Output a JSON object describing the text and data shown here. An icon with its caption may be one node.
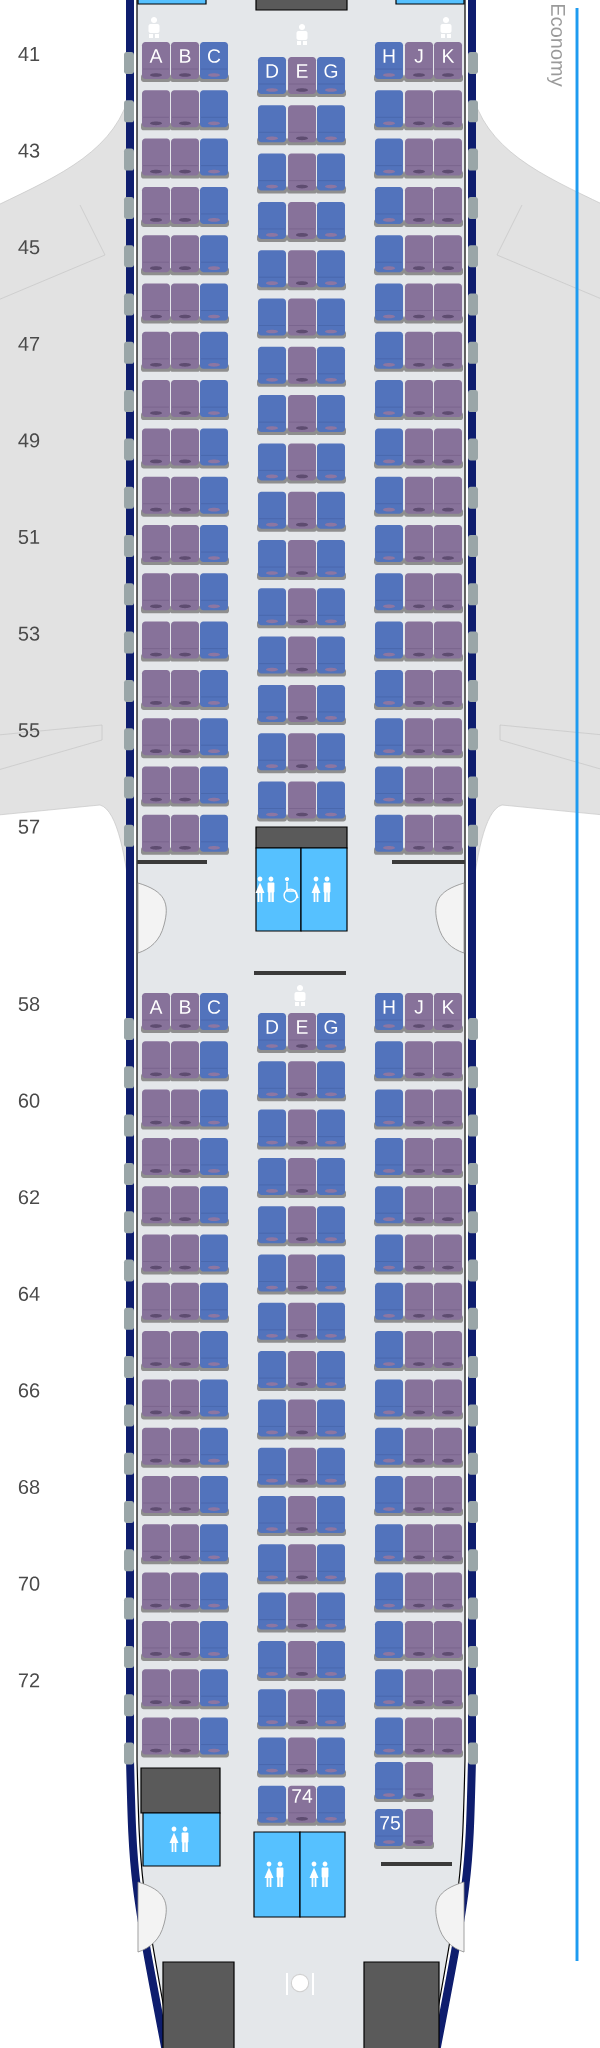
{
  "diagram": {
    "labels": [
      "Economy",
      "41",
      "43",
      "45",
      "47",
      "49",
      "51",
      "53",
      "55",
      "57",
      "A",
      "B",
      "C",
      "D",
      "E",
      "G",
      "H",
      "J",
      "K",
      "58",
      "60",
      "62",
      "64",
      "66",
      "68",
      "70",
      "72",
      "A",
      "B",
      "C",
      "D",
      "E",
      "G",
      "H",
      "J",
      "K",
      "74",
      "75"
    ]
  }
}
